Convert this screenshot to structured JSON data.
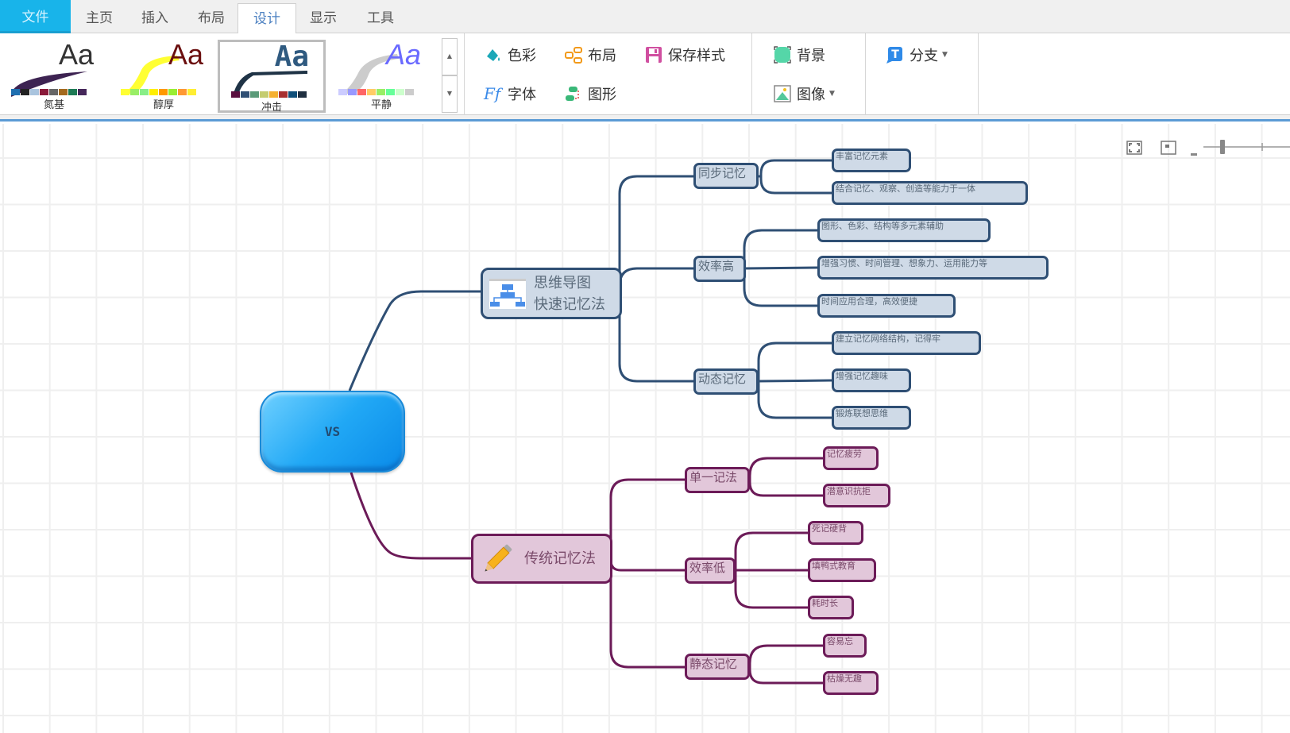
{
  "tabs": [
    {
      "label": "文件"
    },
    {
      "label": "主页"
    },
    {
      "label": "插入"
    },
    {
      "label": "布局"
    },
    {
      "label": "设计",
      "active": true
    },
    {
      "label": "显示"
    },
    {
      "label": "工具"
    }
  ],
  "themes": [
    {
      "label": "氮基",
      "aa_color": "#333333",
      "curve_color": "#3d2352",
      "swatches": [
        "#1f6fb0",
        "#222222",
        "#a9c4de",
        "#8a1a3a",
        "#666666",
        "#a46a1e",
        "#1e7a55",
        "#45275a"
      ]
    },
    {
      "label": "醇厚",
      "aa_color": "#6b0f0f",
      "curve_color": "#ffff33",
      "swatches": [
        "#ffff33",
        "#99ee66",
        "#88ee88",
        "#ffee00",
        "#ff9900",
        "#99ee33",
        "#ff9933",
        "#ffee33"
      ]
    },
    {
      "label": "冲击",
      "aa_color": "#2f5a80",
      "curve_color": "#1f3346",
      "swatches": [
        "#5a1040",
        "#2f4f74",
        "#5a9a78",
        "#c4cc70",
        "#f5b030",
        "#a83030",
        "#0f4f7a",
        "#1f2f40"
      ],
      "selected": true
    },
    {
      "label": "平静",
      "aa_color": "#6a6aff",
      "curve_color": "#cccccc",
      "swatches": [
        "#ccccff",
        "#9999ff",
        "#ff6666",
        "#ffcc66",
        "#99ee66",
        "#66ff99",
        "#ccffcc",
        "#cccccc"
      ]
    }
  ],
  "ribbon": {
    "color": "色彩",
    "layout": "布局",
    "save_style": "保存样式",
    "font": "字体",
    "shape": "图形",
    "background": "背景",
    "image": "图像",
    "branch": "分支"
  },
  "view_controls": {
    "fit_label": "fit-to-screen",
    "actual_label": "actual-size",
    "zoom_level": 0.3
  },
  "mindmap": {
    "center": {
      "label": "VS"
    },
    "colors": {
      "blue_line": "#2f4f74",
      "blue_fill": "#cfdae7",
      "purple_line": "#6c1b58",
      "purple_fill": "#e2c7da"
    },
    "branches": [
      {
        "label_line1": "思维导图",
        "label_line2": "快速记忆法",
        "icon": "org-chart-icon",
        "color": "blue",
        "children": [
          {
            "label": "同步记忆",
            "children": [
              "丰富记忆元素",
              "结合记忆、观察、创造等能力于一体"
            ]
          },
          {
            "label": "效率高",
            "children": [
              "图形、色彩、结构等多元素辅助",
              "增强习惯、时间管理、想象力、运用能力等",
              "时间应用合理，高效便捷"
            ]
          },
          {
            "label": "动态记忆",
            "children": [
              "建立记忆网络结构，记得牢",
              "增强记忆趣味",
              "锻炼联想思维"
            ]
          }
        ]
      },
      {
        "label_line1": "传统记忆法",
        "icon": "pencil-icon",
        "color": "purple",
        "children": [
          {
            "label": "单一记法",
            "children": [
              "记忆疲劳",
              "潜意识抗拒"
            ]
          },
          {
            "label": "效率低",
            "children": [
              "死记硬背",
              "填鸭式教育",
              "耗时长"
            ]
          },
          {
            "label": "静态记忆",
            "children": [
              "容易忘",
              "枯燥无趣"
            ]
          }
        ]
      }
    ]
  }
}
